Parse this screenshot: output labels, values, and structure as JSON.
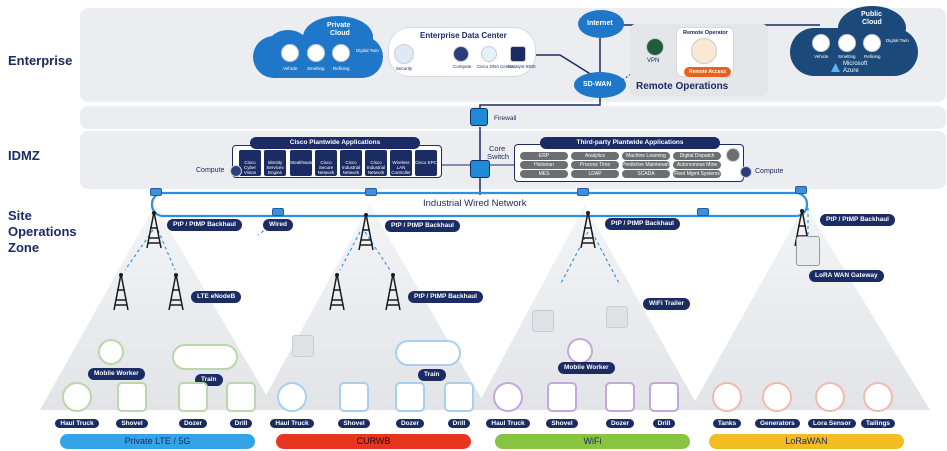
{
  "zones": {
    "enterprise": "Enterprise",
    "idmz": "IDMZ",
    "site_line1": "Site",
    "site_line2": "Operations",
    "site_line3": "Zone"
  },
  "private_cloud": {
    "title_line1": "Private",
    "title_line2": "Cloud",
    "items": [
      "Vehicle",
      "Smelting",
      "Refining",
      "Digital Twin"
    ]
  },
  "data_center": {
    "title": "Enterprise Data Center",
    "items": [
      "Security",
      "Compute",
      "Cisco DNA Center",
      "Catalyst 9300"
    ]
  },
  "internet": "Internet",
  "sd_wan": "SD-WAN",
  "vpn": "VPN",
  "remote_operator": "Remote Operator",
  "remote_access": "Remote Access",
  "remote_operations": "Remote Operations",
  "public_cloud": {
    "title_line1": "Public",
    "title_line2": "Cloud",
    "items": [
      "Vehicle",
      "Smelting",
      "Refining",
      "Digital Twin"
    ],
    "provider_line1": "Microsoft",
    "provider_line2": "Azure"
  },
  "firewall": "Firewall",
  "core_switch_line1": "Core",
  "core_switch_line2": "Switch",
  "cisco_apps": {
    "title": "Cisco Plantwide Applications",
    "tiles": [
      "Cisco Cyber Vision Center",
      "Identity Services Engine",
      "Stealthwatch",
      "Cisco Secure Network Analytics",
      "Cisco Industrial Network Director",
      "Cisco Industrial Network Director",
      "Wireless LAN Controller",
      "Cisco EPC"
    ]
  },
  "third_party_apps": {
    "title": "Third-party Plantwide Applications",
    "tiles": [
      "ERP",
      "Analytics",
      "Machine Learning",
      "Digital Dispatch",
      "Historian",
      "Process Time",
      "Predictive Maintenance",
      "Autonomous Mine",
      "MES",
      "LDAP",
      "SCADA",
      "Fleet Mgmt Systems"
    ]
  },
  "compute": "Compute",
  "network_label": "Industrial Wired Network",
  "backhaul": "PtP / PtMP Backhaul",
  "wired": "Wired",
  "lte_enodeb": "LTE eNodeB",
  "wifi_trailer": "WiFi Trailer",
  "lora_gateway": "LoRA WAN Gateway",
  "mobile_worker": "Mobile Worker",
  "train": "Train",
  "devices": {
    "haul_truck": "Haul Truck",
    "shovel": "Shovel",
    "dozer": "Dozer",
    "drill": "Drill",
    "tanks": "Tanks",
    "generators": "Generators",
    "lora_sensor": "Lora Sensor",
    "tailings": "Tailings"
  },
  "technologies": [
    {
      "label": "Private LTE / 5G",
      "color": "#35a4e6"
    },
    {
      "label": "CURWB",
      "color": "#e8351f"
    },
    {
      "label": "WiFi",
      "color": "#86c441"
    },
    {
      "label": "LoRaWAN",
      "color": "#f3bd21"
    }
  ],
  "colors": {
    "navy": "#1b2b63",
    "cloud_blue": "#1f77c9",
    "cisco_blue": "#1f8bd6",
    "wifi_purple": "#8a4cb5",
    "lte_green": "#7cc25a",
    "lora_red": "#e8351f"
  }
}
